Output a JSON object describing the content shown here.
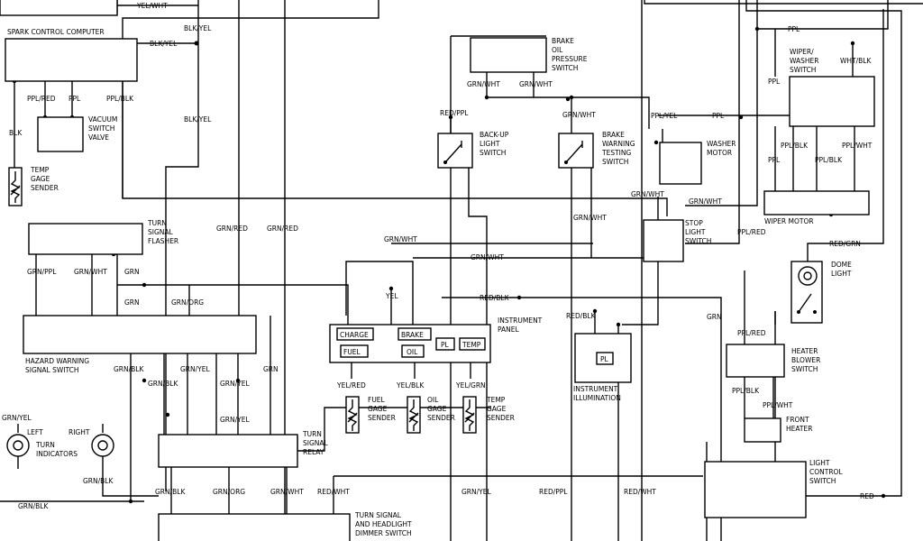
{
  "labels": {
    "yel_wht_top": "YEL/WHT",
    "spark_control": "SPARK CONTROL COMPUTER",
    "blk_yel_1": "BLK/YEL",
    "blk_yel_2": "BLK/YEL",
    "blk_yel_3": "BLK/YEL",
    "ppl_red_1": "PPL/RED",
    "ppl_1": "PPL",
    "ppl_blk_1": "PPL/BLK",
    "vacuum_switch": [
      "VACUUM",
      "SWITCH",
      "VALVE"
    ],
    "blk_1": "BLK",
    "temp_gage_sender_1": [
      "TEMP",
      "GAGE",
      "SENDER"
    ],
    "turn_signal_flasher": [
      "TURN",
      "SIGNAL",
      "FLASHER"
    ],
    "grn_ppl": "GRN/PPL",
    "grn_wht_1": "GRN/WHT",
    "grn_1": "GRN",
    "grn_2": "GRN",
    "grn_org_1": "GRN/ORG",
    "grn_red_1": "GRN/RED",
    "grn_red_2": "GRN/RED",
    "hazard_switch": [
      "HAZARD WARNING",
      "SIGNAL SWITCH"
    ],
    "grn_blk_1": "GRN/BLK",
    "grn_yel_1": "GRN/YEL",
    "grn_yel_2": "GRN/YEL",
    "grn_yel_3": "GRN/YEL",
    "grn_3": "GRN",
    "grn_blk_2": "GRN/BLK",
    "grn_yel_left": "GRN/YEL",
    "left": "LEFT",
    "right": "RIGHT",
    "turn_indicators": [
      "TURN",
      "INDICATORS"
    ],
    "grn_blk_3": "GRN/BLK",
    "grn_blk_4": "GRN/BLK",
    "turn_signal_relay": [
      "TURN",
      "SIGNAL",
      "RELAY"
    ],
    "grn_blk_5": "GRN/BLK",
    "grn_org_2": "GRN/ORG",
    "grn_wht_2": "GRN/WHT",
    "red_wht_1": "RED/WHT",
    "turn_dimmer_switch": [
      "TURN SIGNAL",
      "AND HEADLIGHT",
      "DIMMER SWITCH"
    ],
    "brake_oil_switch": [
      "BRAKE",
      "OIL",
      "PRESSURE",
      "SWITCH"
    ],
    "grn_wht_3": "GRN/WHT",
    "grn_wht_4": "GRN/WHT",
    "red_ppl_1": "RED/PPL",
    "backup_light": [
      "BACK-UP",
      "LIGHT",
      "SWITCH"
    ],
    "grn_wht_5": "GRN/WHT",
    "brake_warning": [
      "BRAKE",
      "WARNING",
      "TESTING",
      "SWITCH"
    ],
    "grn_wht_6": "GRN/WHT",
    "grn_wht_7": "GRN/WHT",
    "grn_wht_8": "GRN/WHT",
    "grn_wht_9": "GRN/WHT",
    "grn_wht_10": "GRN/WHT",
    "yel_1": "YEL",
    "red_blk_1": "RED/BLK",
    "red_blk_2": "RED/BLK",
    "instrument_panel": [
      "INSTRUMENT",
      "PANEL"
    ],
    "charge": "CHARGE",
    "brake": "BRAKE",
    "fuel": "FUEL",
    "oil": "OIL",
    "pl_1": "PL",
    "temp": "TEMP",
    "pl_2": "PL",
    "instrument_illumination": [
      "INSTRUMENT",
      "ILLUMINATION"
    ],
    "yel_red": "YEL/RED",
    "yel_blk": "YEL/BLK",
    "yel_grn": "YEL/GRN",
    "fuel_gage_sender": [
      "FUEL",
      "GAGE",
      "SENDER"
    ],
    "oil_gage_sender": [
      "OIL",
      "GAGE",
      "SENDER"
    ],
    "temp_gage_sender_2": [
      "TEMP",
      "GAGE",
      "SENDER"
    ],
    "grn_yel_4": "GRN/YEL",
    "red_ppl_2": "RED/PPL",
    "red_wht_2": "RED/WHT",
    "stop_light_switch": [
      "STOP",
      "LIGHT",
      "SWITCH"
    ],
    "ppl_yel": "PPL/YEL",
    "ppl_2": "PPL",
    "ppl_3": "PPL",
    "ppl_4": "PPL",
    "ppl_5": "PPL",
    "washer_motor": [
      "WASHER",
      "MOTOR"
    ],
    "wiper_washer_switch": [
      "WIPER/",
      "WASHER",
      "SWITCH"
    ],
    "wht_blk": "WHT/BLK",
    "ppl_blk_2": "PPL/BLK",
    "ppl_wht_1": "PPL/WHT",
    "ppl_blk_3": "PPL/BLK",
    "wiper_motor": "WIPER MOTOR",
    "ppl_red_2": "PPL/RED",
    "ppl_red_3": "PPL/RED",
    "red_grn": "RED/GRN",
    "dome_light": [
      "DOME",
      "LIGHT"
    ],
    "grn_4": "GRN",
    "heater_blower": [
      "HEATER",
      "BLOWER",
      "SWITCH"
    ],
    "ppl_blk_4": "PPL/BLK",
    "ppl_wht_2": "PPL/WHT",
    "front_heater": [
      "FRONT",
      "HEATER"
    ],
    "light_control": [
      "LIGHT",
      "CONTROL",
      "SWITCH"
    ],
    "red": "RED"
  }
}
